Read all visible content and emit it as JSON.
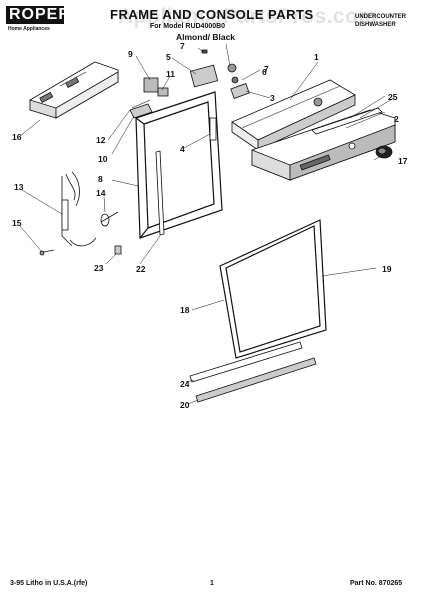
{
  "header": {
    "brand": "ROPER",
    "brand_sub": "Home Appliances",
    "title": "FRAME AND CONSOLE PARTS",
    "subtitle": "For Model RUD4000B0",
    "color": "Almond/ Black",
    "product_line1": "UNDERCOUNTER",
    "product_line2": "DISHWASHER",
    "watermark": "AppliancePartsPros.com"
  },
  "callouts": [
    "1",
    "2",
    "3",
    "4",
    "5",
    "6",
    "7",
    "7",
    "8",
    "9",
    "10",
    "11",
    "12",
    "13",
    "14",
    "15",
    "16",
    "17",
    "18",
    "19",
    "20",
    "22",
    "23",
    "24",
    "25"
  ],
  "footer": {
    "print": "3-95 Litho in U.S.A.(rfe)",
    "page": "1",
    "part_no": "Part No. 870265"
  }
}
